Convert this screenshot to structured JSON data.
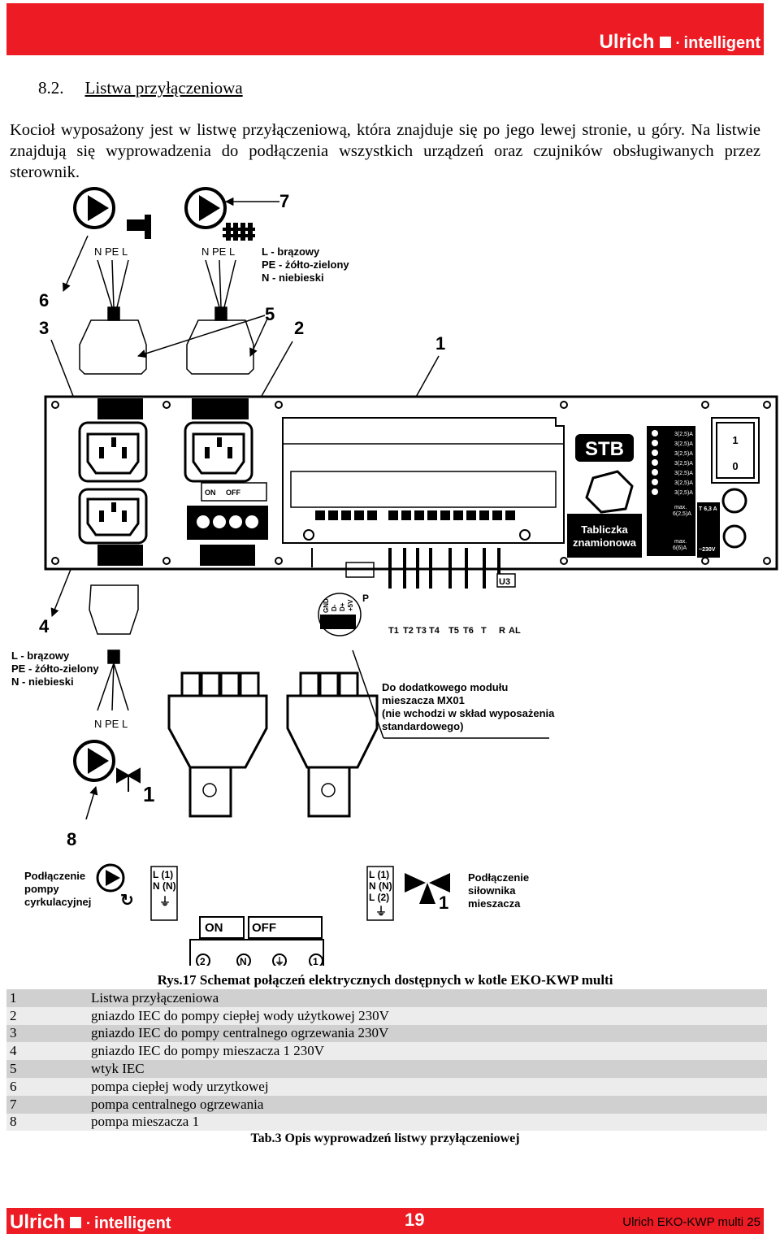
{
  "header": {
    "brand_main": "Ulrich",
    "brand_sub": "intelligent"
  },
  "section": {
    "number": "8.2.",
    "title": "Listwa przyłączeniowa"
  },
  "intro": "Kocioł wyposażony jest w listwę przyłączeniową, która znajduje się po jego lewej stronie, u góry. Na listwie znajdują się wyprowadzenia do podłączenia wszystkich urządzeń oraz czujników obsługiwanych przez sterownik.",
  "diagram": {
    "callouts": [
      "1",
      "2",
      "3",
      "4",
      "5",
      "6",
      "7",
      "8"
    ],
    "plug_pins": "N PE L",
    "wire_legend": [
      "L - brązowy",
      "PE - żółto-zielony",
      "N - niebieski"
    ],
    "stb": "STB",
    "nameplate": [
      "Tabliczka",
      "znamionowa"
    ],
    "switch_positions": [
      "1",
      "0"
    ],
    "fuse": "T 6,3 A",
    "voltage": "~230V",
    "mx01_note": [
      "Do dodatkowego modułu",
      "mieszacza MX01",
      "(nie wchodzi w skład wyposażenia",
      "standardowego)"
    ],
    "sensor_labels": [
      "T1",
      "T2",
      "T3",
      "T4",
      "T5",
      "T6",
      "T",
      "R",
      "AL"
    ],
    "bus_pins": [
      "GND",
      "D-",
      "D+",
      "+5V"
    ],
    "p_label": "P",
    "u3_label": "U3",
    "pump_label": [
      "Podłączenie",
      "pompy",
      "cyrkulacyjnej"
    ],
    "pump_terminals": [
      "L (1)",
      "N (N)"
    ],
    "mixer_label": [
      "Podłączenie",
      "siłownika",
      "mieszacza"
    ],
    "mixer_terminals": [
      "L (1)",
      "N (N)",
      "L (2)"
    ],
    "switch_on": "ON",
    "switch_off": "OFF",
    "terminals": [
      "2",
      "N",
      "1"
    ],
    "mixer_num": "1"
  },
  "figure_caption": "Rys.17 Schemat połączeń elektrycznych dostępnych w kotle EKO-KWP multi",
  "table": [
    {
      "num": "1",
      "desc": "Listwa przyłączeniowa"
    },
    {
      "num": "2",
      "desc": "gniazdo IEC do pompy ciepłej wody użytkowej 230V"
    },
    {
      "num": "3",
      "desc": "gniazdo IEC do pompy centralnego ogrzewania 230V"
    },
    {
      "num": "4",
      "desc": "gniazdo IEC do pompy mieszacza 1 230V"
    },
    {
      "num": "5",
      "desc": "wtyk IEC"
    },
    {
      "num": "6",
      "desc": "pompa ciepłej wody urzytkowej"
    },
    {
      "num": "7",
      "desc": "pompa centralnego ogrzewania"
    },
    {
      "num": "8",
      "desc": "pompa mieszacza 1"
    }
  ],
  "table_caption": "Tab.3 Opis wyprowadzeń listwy przyłączeniowej",
  "footer": {
    "brand_main": "Ulrich",
    "brand_sub": "intelligent",
    "page": "19",
    "model": "Ulrich EKO-KWP multi 25"
  },
  "colors": {
    "brand_red": "#ed1c24",
    "row_dark": "#d0d0d0",
    "row_light": "#ececec"
  }
}
